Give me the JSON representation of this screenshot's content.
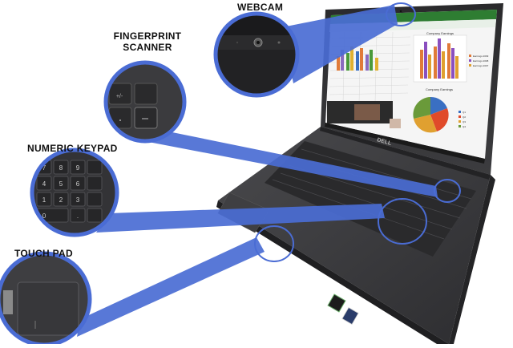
{
  "callouts": {
    "webcam": "WEBCAM",
    "fingerprint_line1": "FINGERPRINT",
    "fingerprint_line2": "SCANNER",
    "numeric_keypad": "NUMERIC KEYPAD",
    "touch_pad": "TOUCH PAD"
  },
  "screen": {
    "chart_title": "Company Earnings",
    "pie_title": "Company Earnings",
    "legend_bar": [
      "Earnings 2009",
      "Earnings 2008",
      "Earnings 2007"
    ],
    "legend_pie": [
      "Q1",
      "Q2",
      "Q3",
      "Q4"
    ]
  },
  "laptop_logo": "DELL",
  "keypad_keys": [
    "7",
    "8",
    "9",
    "4",
    "5",
    "6",
    "1",
    "2",
    "3",
    "0",
    "."
  ],
  "colors": {
    "accent": "#4a6cd4",
    "laptop_body": "#3a3a3c",
    "excel_green": "#2e7d32"
  }
}
